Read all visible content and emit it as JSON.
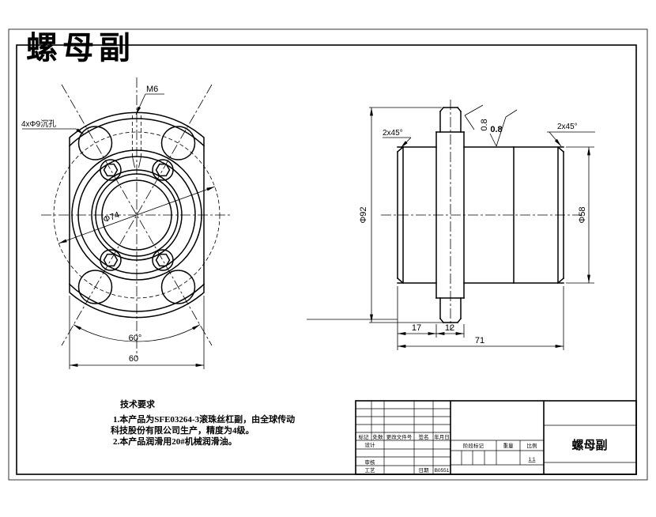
{
  "drawing_title": "螺母副",
  "front_view": {
    "hole_callout": "4xΦ9沉孔",
    "thread_callout": "M6",
    "bolt_circle_dia": "Φ74",
    "hole_angle": "60°",
    "flange_width": "60"
  },
  "side_view": {
    "chamfer_left": "2x45°",
    "chamfer_right": "2x45°",
    "roughness_chamfer": "0.8",
    "roughness_face": "0.8",
    "flange_dia": "Φ92",
    "body_dia": "Φ58",
    "len_front": "17",
    "len_flange": "12",
    "len_total": "71"
  },
  "tech_notes": {
    "title": "技术要求",
    "line1": "1.本产品为SFE03264-3滚珠丝杠副，由全球传动",
    "line2": "科技股份有限公司生产，精度为4级。",
    "line3": "2.本产品润滑用20#机械润滑油。"
  },
  "title_block": {
    "part_name": "螺母副",
    "rev_header": {
      "mark": "标记",
      "count": "处数",
      "doc": "更改文件号",
      "sign": "签名",
      "date": "年月日"
    },
    "sign_rows": {
      "design": "设计",
      "audit": "审核",
      "process": "工艺",
      "date_label": "日期",
      "doc_no": "B0551"
    },
    "stage_label": "阶段标记",
    "weight_label": "重量",
    "scale_label": "比例",
    "scale_value": "1:1"
  },
  "colors": {
    "line": "#000000",
    "accent": "#ff0000",
    "paper": "#ffffff"
  }
}
